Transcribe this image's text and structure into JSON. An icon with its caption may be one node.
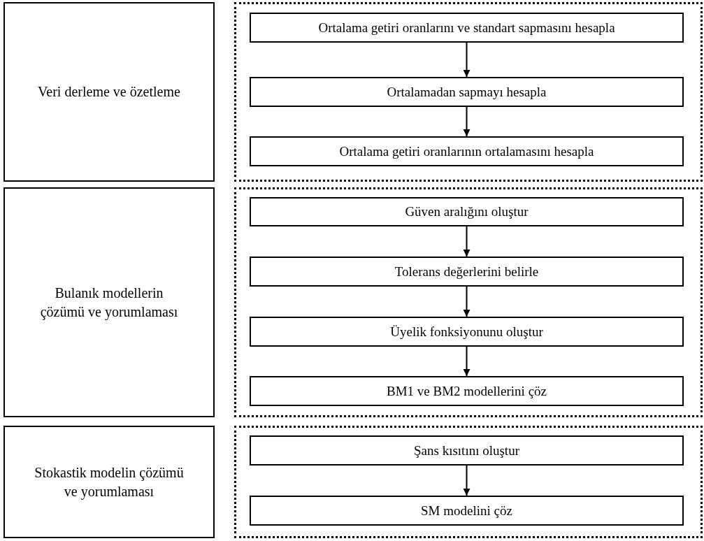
{
  "diagram": {
    "nodes": [
      {
        "text": [
          "Veri derleme ve özetleme"
        ]
      },
      {
        "text": [],
        "shape": "box"
      },
      {
        "text": [
          "Ortalama getiri oranlarını ve standart sapmasını hesapla"
        ],
        "in": 1
      },
      {
        "text": [
          "Ortalamadan sapmayı hesapla"
        ],
        "in": 1
      },
      {
        "text": [
          "Ortalama getiri oranlarının ortalamasını hesapla"
        ],
        "in": 1
      },
      {
        "text": [
          "Bulanık modellerin çözümü ve yorumlaması"
        ]
      },
      {
        "text": [],
        "shape": "box"
      },
      {
        "text": [
          "Güven aralığını oluştur"
        ],
        "in": 6
      },
      {
        "text": [
          "Tolerans değerlerini belirle"
        ],
        "in": 6
      },
      {
        "text": [
          "Üyelik fonksiyonunu oluştur"
        ],
        "in": 6
      },
      {
        "text": [
          "BM1 ve BM2 modellerini çöz"
        ],
        "in": 6
      },
      {
        "text": [
          "Stokastik modelin çözümü ve yorumlaması"
        ]
      },
      {
        "text": [],
        "shape": "box"
      },
      {
        "text": [
          "Şans kısıtını oluştur"
        ],
        "in": 12
      },
      {
        "text": [
          "SM modelini çöz"
        ],
        "in": 12
      }
    ],
    "edges": [
      {
        "from": 2,
        "to": 3,
        "arrow": "to"
      },
      {
        "from": 3,
        "to": 4,
        "arrow": "to"
      },
      {
        "from": 7,
        "to": 8,
        "arrow": "to"
      },
      {
        "from": 8,
        "to": 9,
        "arrow": "to"
      },
      {
        "from": 9,
        "to": 10,
        "arrow": "to"
      },
      {
        "from": 13,
        "to": 14,
        "arrow": "to"
      }
    ]
  }
}
